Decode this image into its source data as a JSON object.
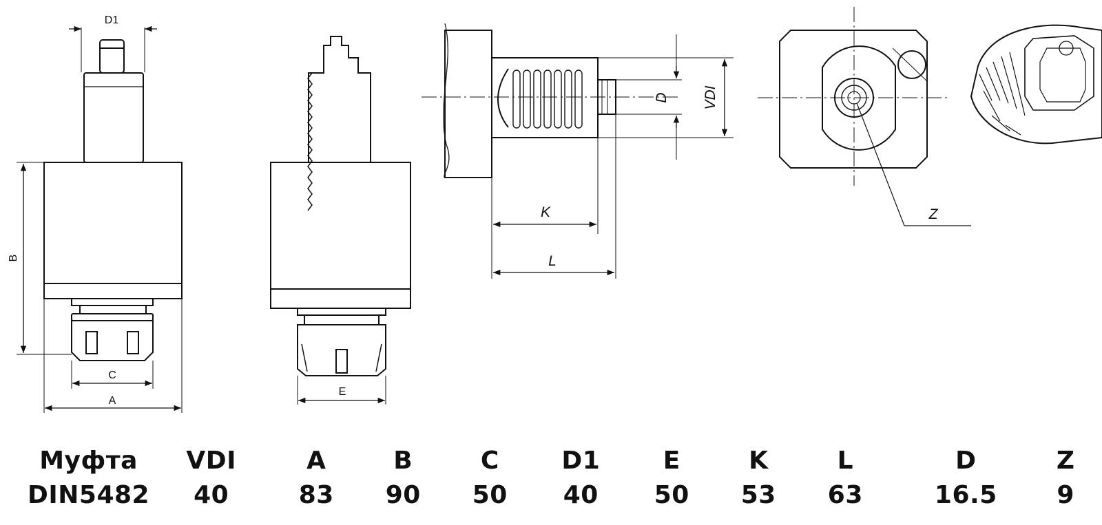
{
  "drawing": {
    "front_view": {
      "dim_top": "D1",
      "dim_left": "B",
      "dim_collet": "C",
      "dim_body": "A"
    },
    "side_view": {
      "dim_collet": "E"
    },
    "section_view": {
      "dim_k": "K",
      "dim_l": "L",
      "dim_d": "D",
      "dim_vdi": "VDI"
    },
    "end_view": {
      "dim_z": "Z"
    }
  },
  "table": {
    "headers": [
      "Муфта",
      "VDI",
      "A",
      "B",
      "C",
      "D1",
      "E",
      "K",
      "L",
      "D",
      "Z"
    ],
    "values": [
      "DIN5482",
      "40",
      "83",
      "90",
      "50",
      "40",
      "50",
      "53",
      "63",
      "16.5",
      "9"
    ]
  }
}
